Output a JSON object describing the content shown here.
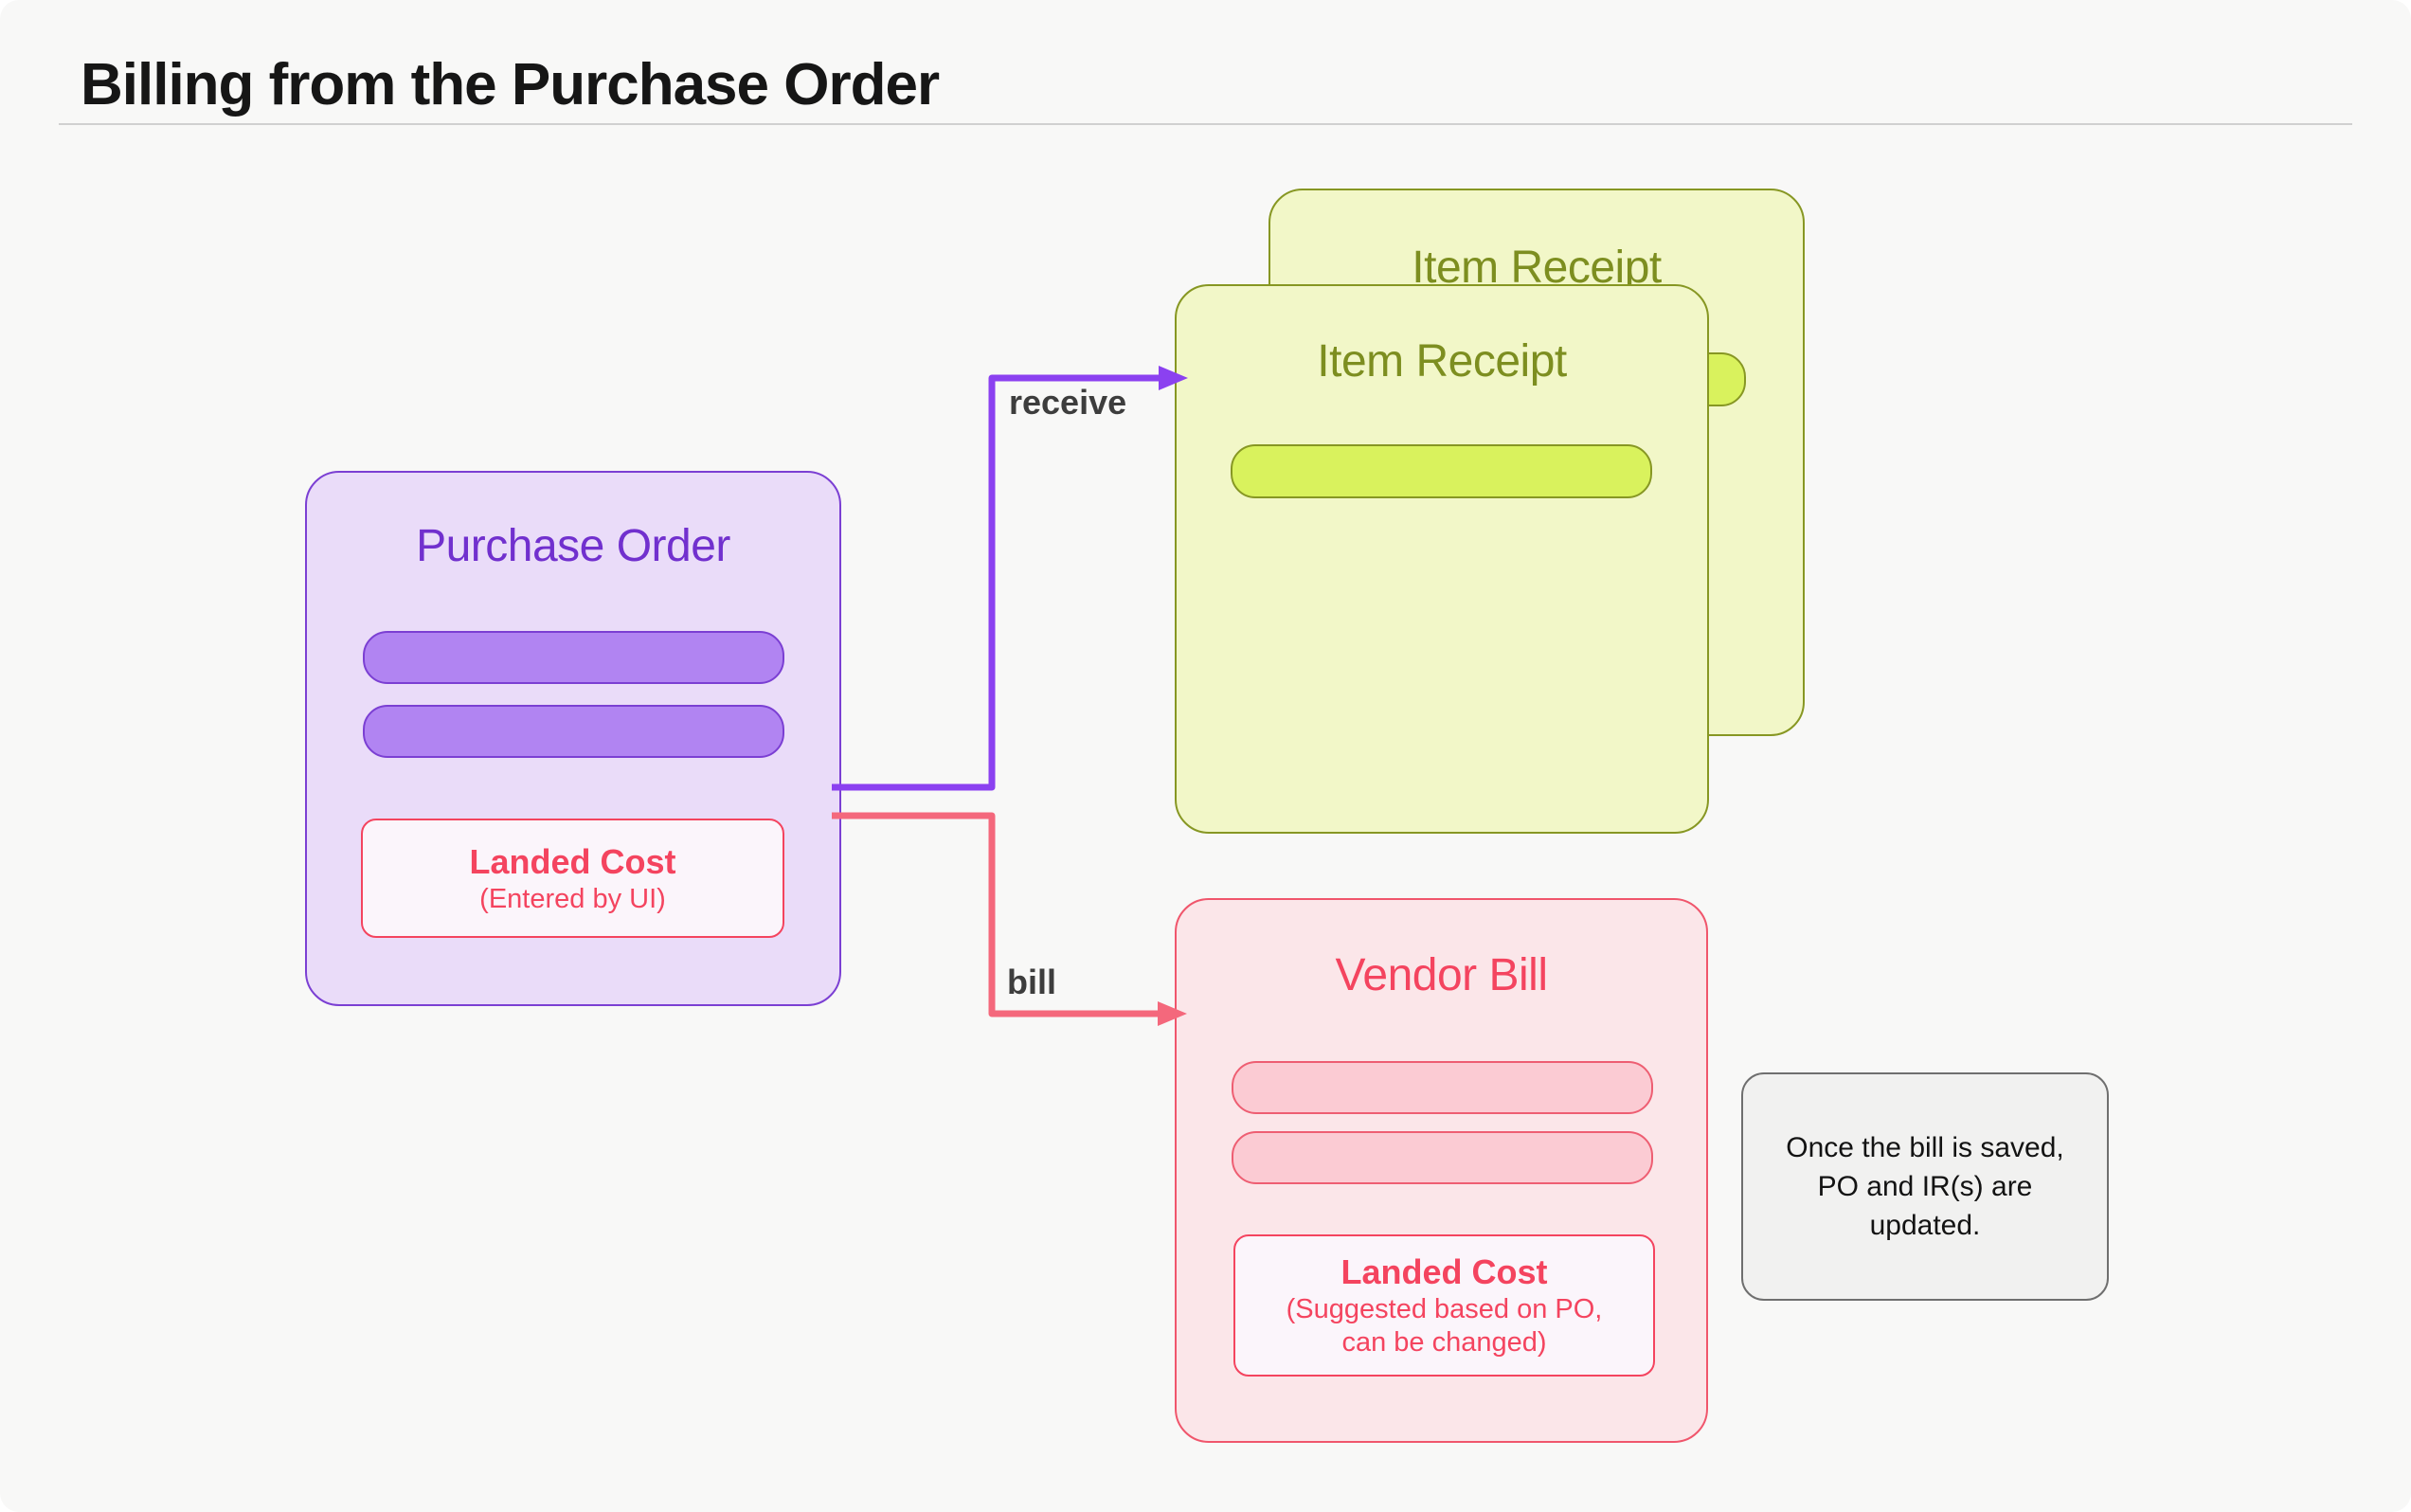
{
  "page": {
    "title": "Billing from the Purchase Order"
  },
  "colors": {
    "background": "#F8F8F7",
    "header_text": "#161616",
    "divider": "#D0D0D0",
    "purple_fill": "#EADCF9",
    "purple_border": "#7B3FD3",
    "purple_bar": "#B184F2",
    "purple_title": "#7130CE",
    "green_fill": "#F2F7C8",
    "green_border": "#879723",
    "green_bar": "#D9F25D",
    "green_title": "#7D8E20",
    "pink_fill": "#FBE6E9",
    "pink_border": "#F0566C",
    "pink_bar": "#FBCBD3",
    "pink_bar_border": "#EE5E72",
    "red_text": "#F4445F",
    "subcard_fill": "#FBF5FB",
    "note_fill": "#F1F1F0",
    "note_border": "#6F6F6F",
    "note_text": "#131313",
    "arrow_purple": "#8B41F0",
    "arrow_pink": "#F4687C",
    "edge_label": "#3D3D3D"
  },
  "nodes": {
    "purchase_order": {
      "title": "Purchase Order",
      "landed_cost": {
        "title": "Landed Cost",
        "subtitle": "(Entered by UI)"
      }
    },
    "item_receipt_back": {
      "title": "Item Receipt"
    },
    "item_receipt_front": {
      "title": "Item Receipt"
    },
    "vendor_bill": {
      "title": "Vendor Bill",
      "landed_cost": {
        "title": "Landed Cost",
        "subtitle_line1": "(Suggested based on PO,",
        "subtitle_line2": "can be changed)"
      }
    },
    "note": {
      "lines": [
        "Once the bill is saved,",
        "PO and IR(s) are",
        "updated."
      ]
    }
  },
  "edges": {
    "receive": {
      "label": "receive"
    },
    "bill": {
      "label": "bill"
    }
  }
}
